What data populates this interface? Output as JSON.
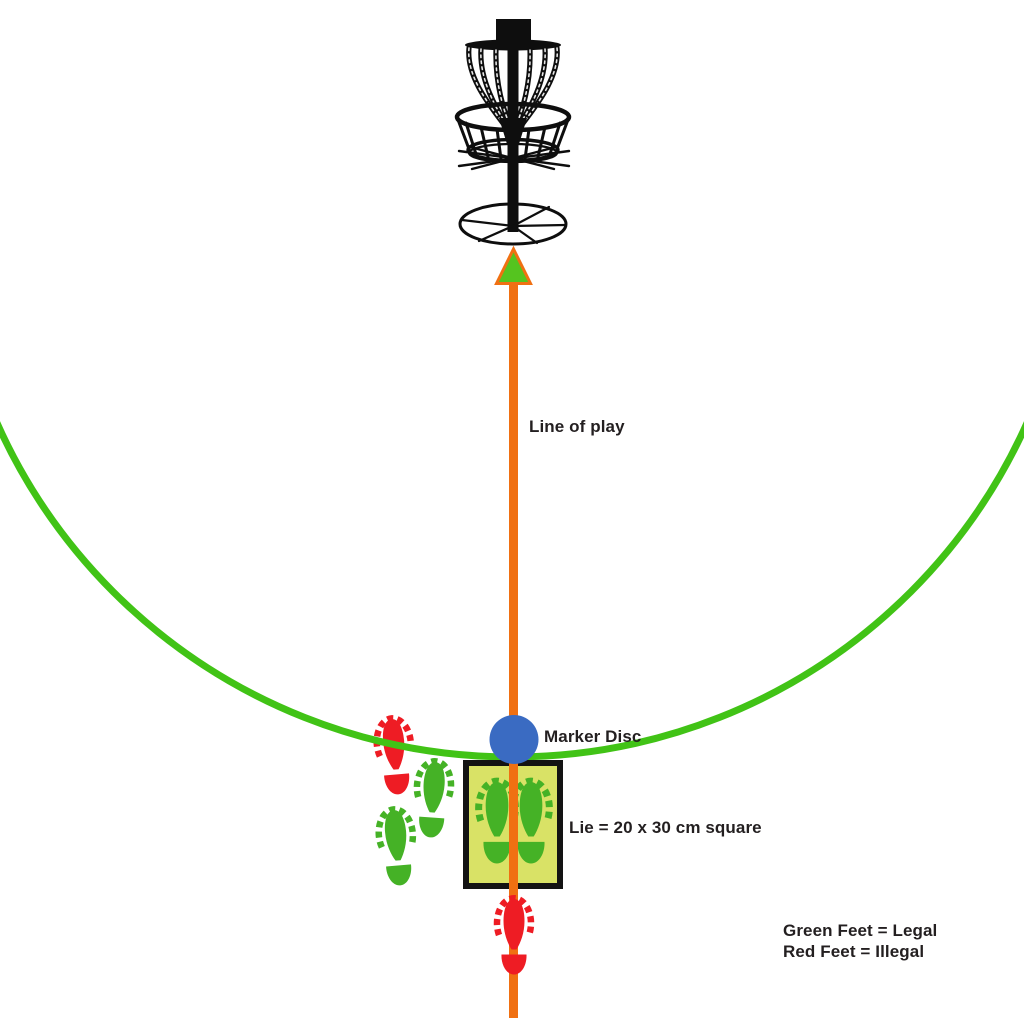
{
  "diagram": {
    "labels": {
      "line_of_play": "Line of play",
      "marker_disc": "Marker Disc",
      "lie": "Lie = 20 x 30 cm square",
      "legend_green": "Green Feet = Legal",
      "legend_red": "Red Feet = Illegal"
    },
    "colors": {
      "line_orange": "#f07012",
      "arrow_green": "#55c41f",
      "circle_green": "#41c316",
      "feet_green": "#45b226",
      "feet_red": "#ee1c24",
      "marker_disc_blue": "#3a6bc2",
      "lie_fill": "#d9e266",
      "ink_black": "#231f20",
      "basket_black": "#0e0e0e"
    }
  }
}
